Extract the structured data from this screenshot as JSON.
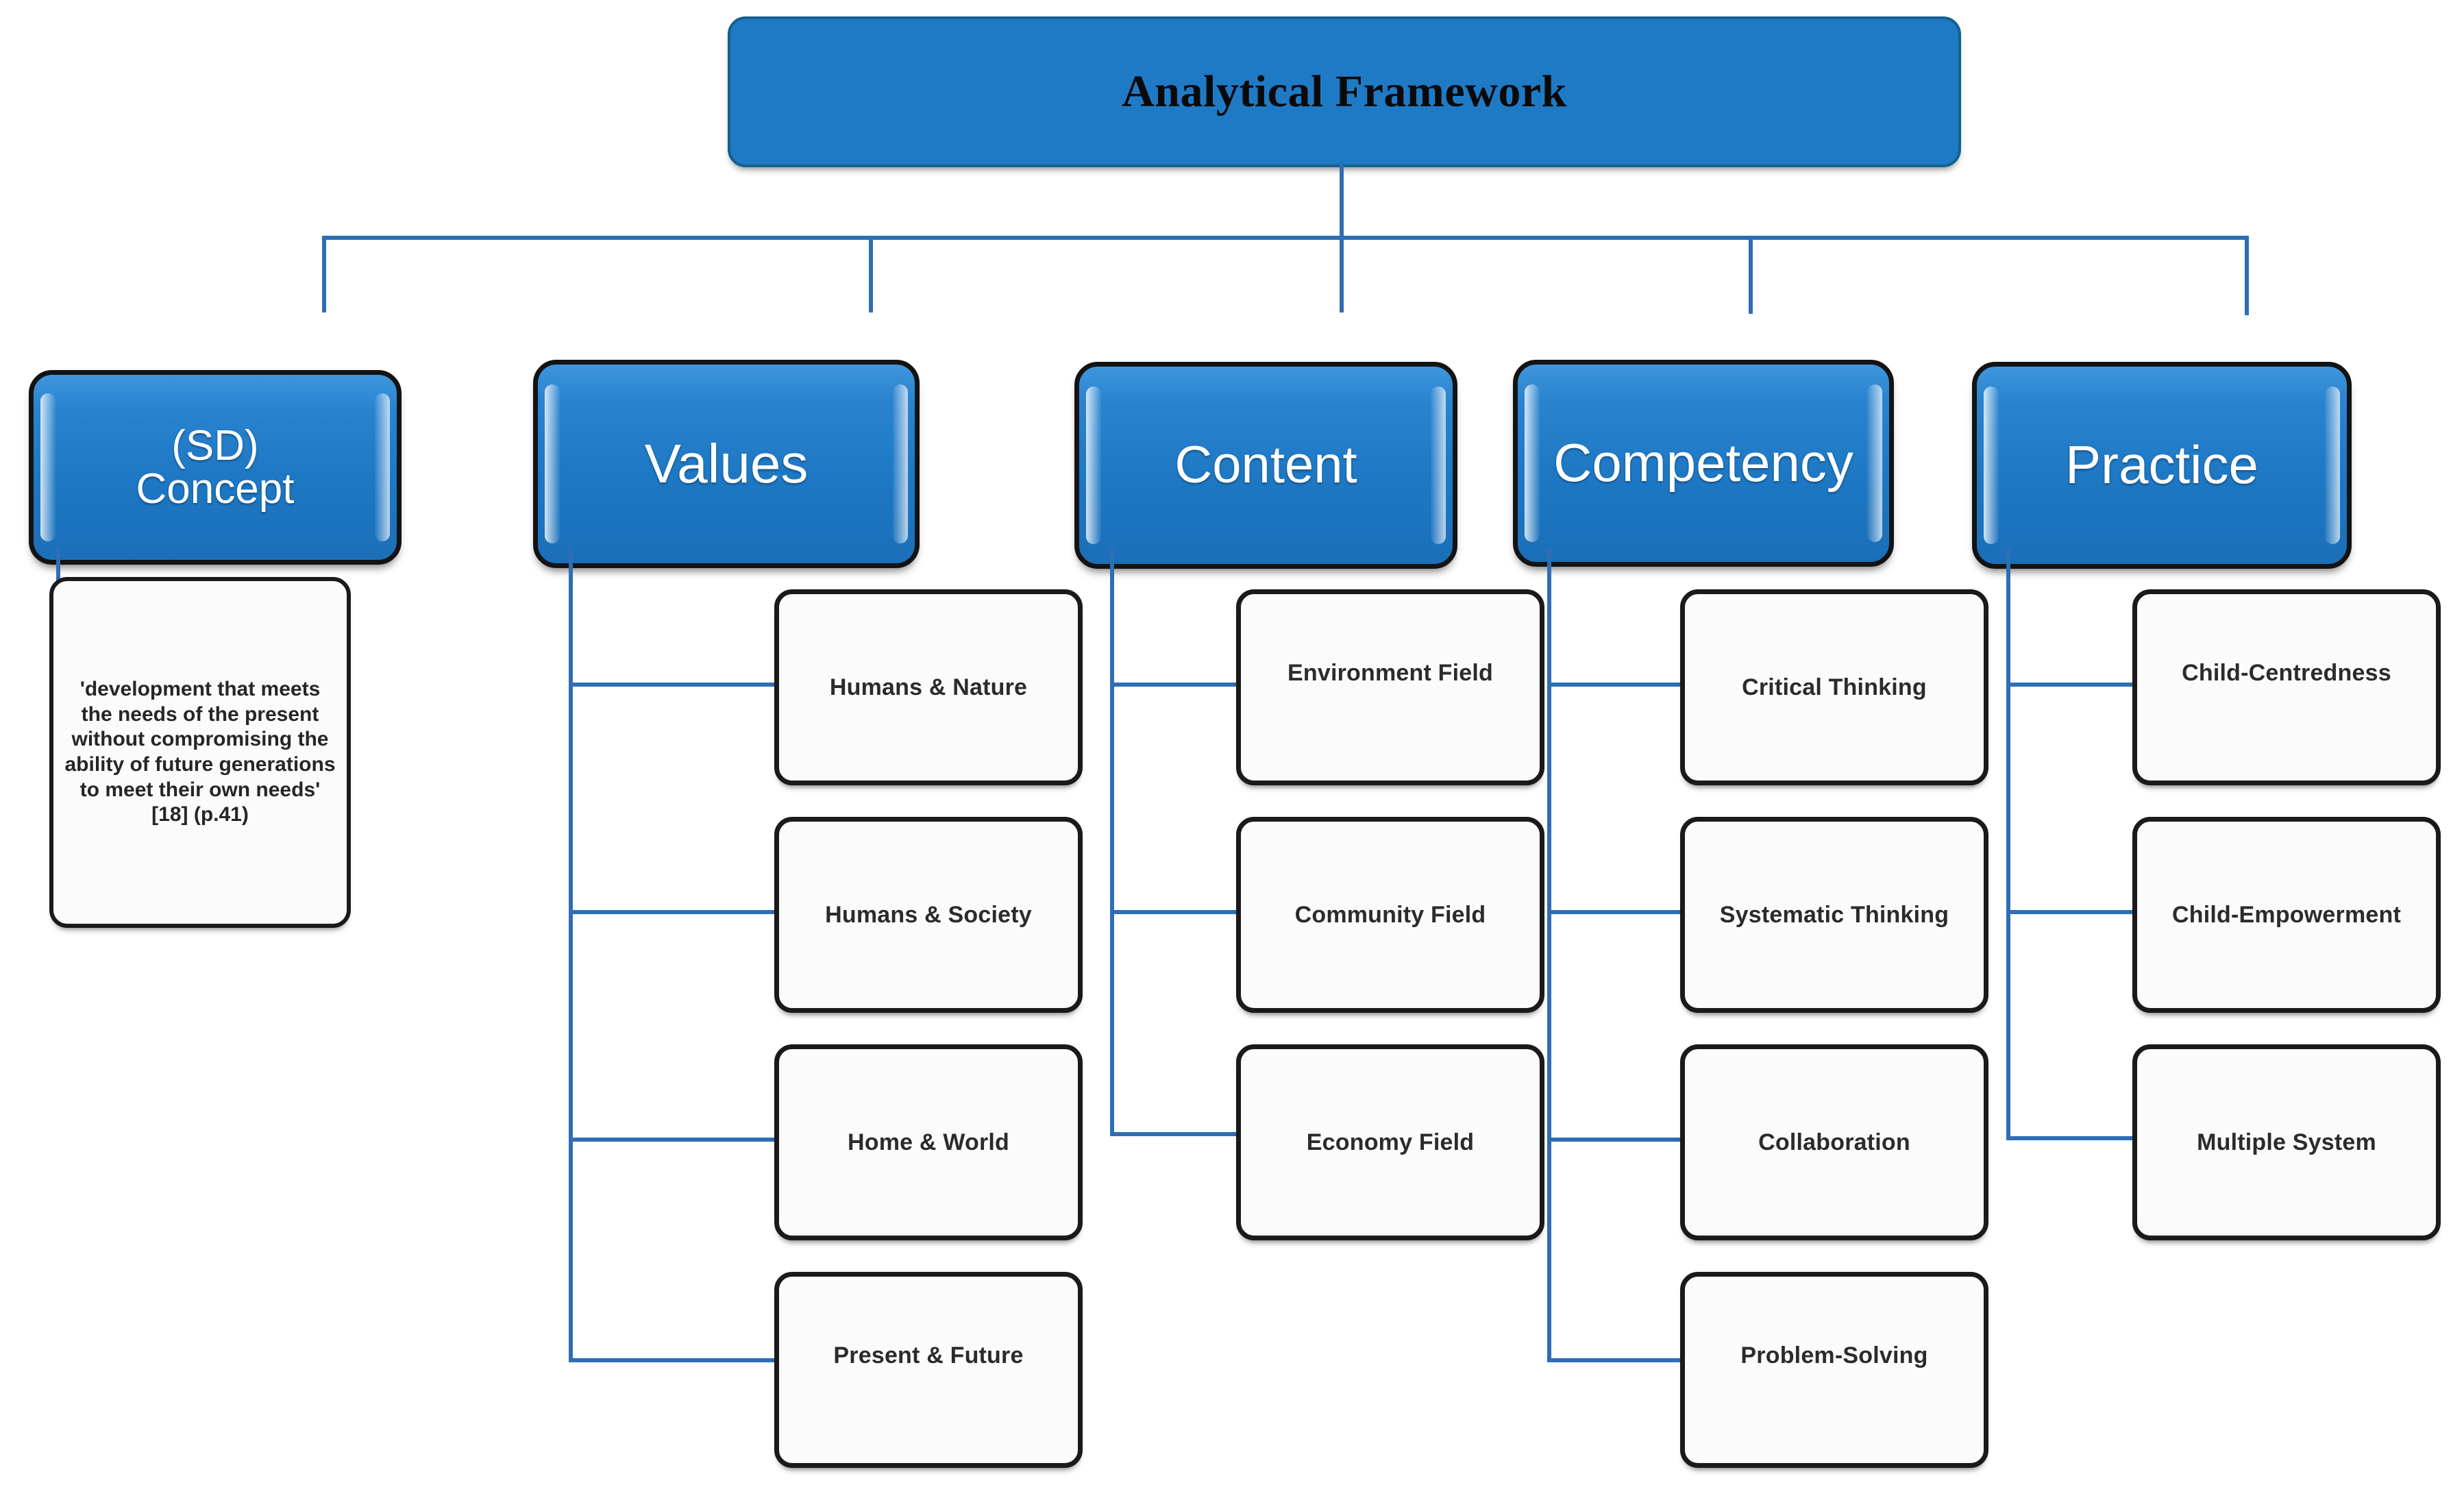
{
  "diagram": {
    "title": "Analytical Framework",
    "root": {
      "label": "Analytical Framework"
    },
    "accent_blue": "#1F7AC6",
    "connector_blue": "#2E6EB5",
    "border_dark": "#1a1a1a",
    "leaf_fill": "#fbfbfb",
    "branches": [
      {
        "id": "sd-concept",
        "label": "(SD)\nConcept",
        "label_line1": "(SD)",
        "label_line2": "Concept",
        "note": "'development that meets the needs of the present without compromising the ability of future generations to meet their own needs' [18] (p.41)",
        "children": []
      },
      {
        "id": "values",
        "label": "Values",
        "children": [
          {
            "label": "Humans & Nature"
          },
          {
            "label": "Humans & Society"
          },
          {
            "label": "Home & World"
          },
          {
            "label": "Present & Future"
          }
        ]
      },
      {
        "id": "content",
        "label": "Content",
        "children": [
          {
            "label": "Environment Field"
          },
          {
            "label": "Community  Field"
          },
          {
            "label": "Economy Field"
          }
        ]
      },
      {
        "id": "competency",
        "label": "Competency",
        "children": [
          {
            "label": "Critical Thinking"
          },
          {
            "label": "Systematic Thinking"
          },
          {
            "label": "Collaboration"
          },
          {
            "label": "Problem-Solving"
          }
        ]
      },
      {
        "id": "practice",
        "label": "Practice",
        "children": [
          {
            "label": "Child-Centredness"
          },
          {
            "label": "Child-Empowerment"
          },
          {
            "label": "Multiple System"
          }
        ]
      }
    ]
  }
}
